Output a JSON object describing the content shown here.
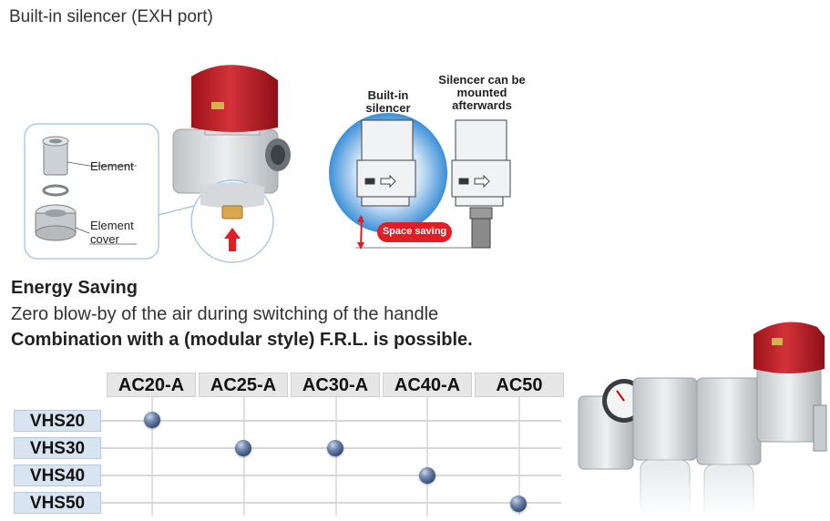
{
  "heading": "Built-in silencer (EXH port)",
  "diagram": {
    "element_label": "Element",
    "element_cover_label_line1": "Element",
    "element_cover_label_line2": "cover",
    "builtin_label_line1": "Built-in",
    "builtin_label_line2": "silencer",
    "afterwards_label_line1": "Silencer can be",
    "afterwards_label_line2": "mounted",
    "afterwards_label_line3": "afterwards",
    "space_saving_label": "Space saving"
  },
  "energy": {
    "title": "Energy Saving",
    "description": "Zero blow-by of the air during switching of the handle"
  },
  "combination": "Combination with a (modular style) F.R.L. is possible.",
  "compat_table": {
    "columns": [
      "AC20-A",
      "AC25-A",
      "AC30-A",
      "AC40-A",
      "AC50"
    ],
    "rows": [
      "VHS20",
      "VHS30",
      "VHS40",
      "VHS50"
    ],
    "matches": [
      {
        "row": "VHS20",
        "columns": [
          "AC20-A"
        ]
      },
      {
        "row": "VHS30",
        "columns": [
          "AC25-A",
          "AC30-A"
        ]
      },
      {
        "row": "VHS40",
        "columns": [
          "AC40-A"
        ]
      },
      {
        "row": "VHS50",
        "columns": [
          "AC50"
        ]
      }
    ],
    "header_color": "#e6e6e6",
    "row_header_color": "#d9e4f1",
    "dot_color": "#3b5585"
  },
  "colors": {
    "handle_red": "#c8232c",
    "space_saving_red": "#e21d24",
    "highlight_blue": "#3b8fd8"
  }
}
